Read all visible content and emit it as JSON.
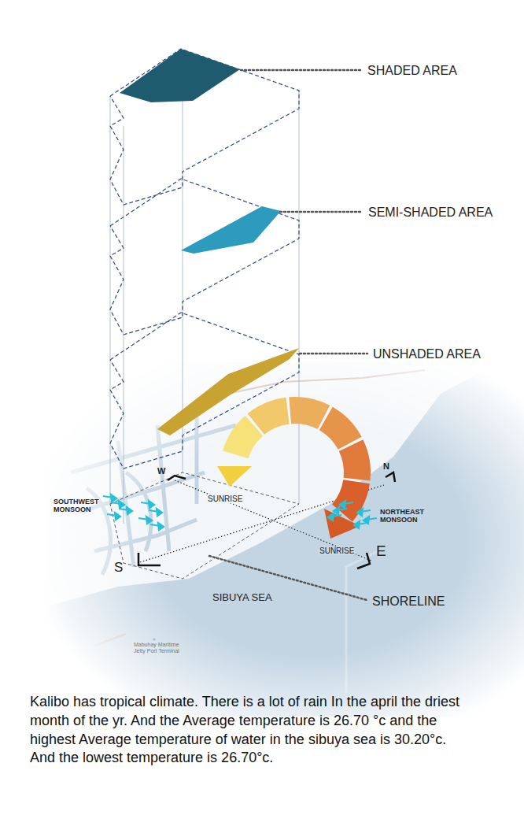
{
  "diagram": {
    "caption": "Kalibo has tropical climate. There is a lot of rain In the april the driest month of the yr. And the Average temperature is 26.70 °c and the highest Average temperature of water in the sibuya sea is 30.20°c. And the lowest temperature is 26.70°c.",
    "labels": [
      "SHADED AREA",
      "SEMI-SHADED AREA",
      "UNSHADED AREA",
      "W",
      "SUNRISE",
      "N",
      "SOUTHWEST MONSOON",
      "NORTHEAST MONSOON",
      "SUNRISE",
      "S",
      "E",
      "SIBUYA SEA",
      "SHORELINE",
      "Mabuhay Maritime Jetty Port Terminal"
    ]
  }
}
